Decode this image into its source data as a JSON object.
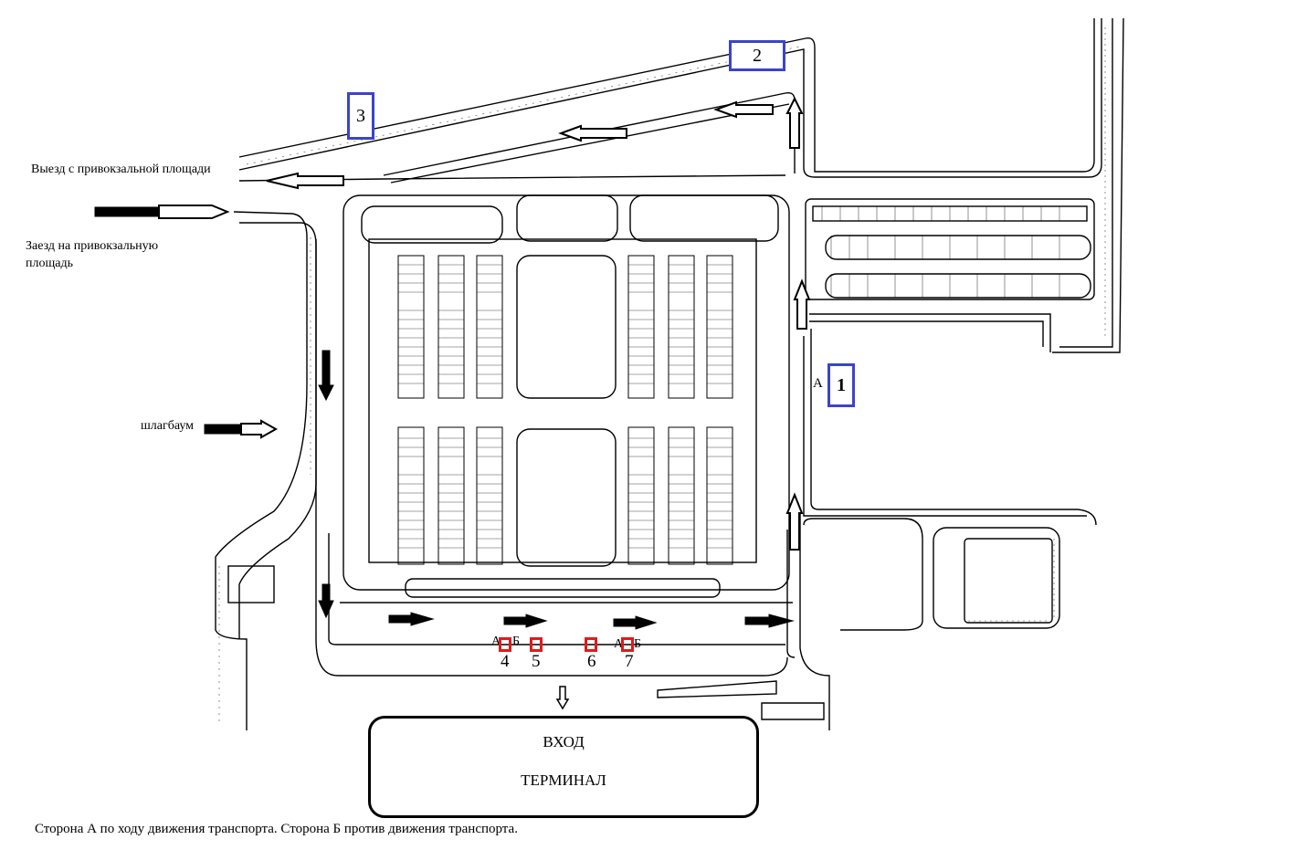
{
  "labels": {
    "exit_square": "Выезд с привокзальной площади",
    "entry_square_line1": "Заезд на привокзальную",
    "entry_square_line2": "площадь",
    "barrier": "шлагбаум",
    "side_a": "А",
    "legend": "Сторона А по ходу движения транспорта. Сторона Б против движения транспорта."
  },
  "terminal": {
    "entrance": "ВХОД",
    "name": "ТЕРМИНАЛ"
  },
  "zones": [
    {
      "id": "1"
    },
    {
      "id": "2"
    },
    {
      "id": "3"
    }
  ],
  "stops": [
    {
      "num": "4",
      "side": "А"
    },
    {
      "num": "5",
      "side": "Б"
    },
    {
      "num": "6",
      "side": ""
    },
    {
      "num": "7",
      "side": "А",
      "side2": "Б"
    }
  ],
  "colors": {
    "zone_marker": "#3b44c9",
    "stop_marker": "#e01b1b",
    "lines": "#000000"
  }
}
